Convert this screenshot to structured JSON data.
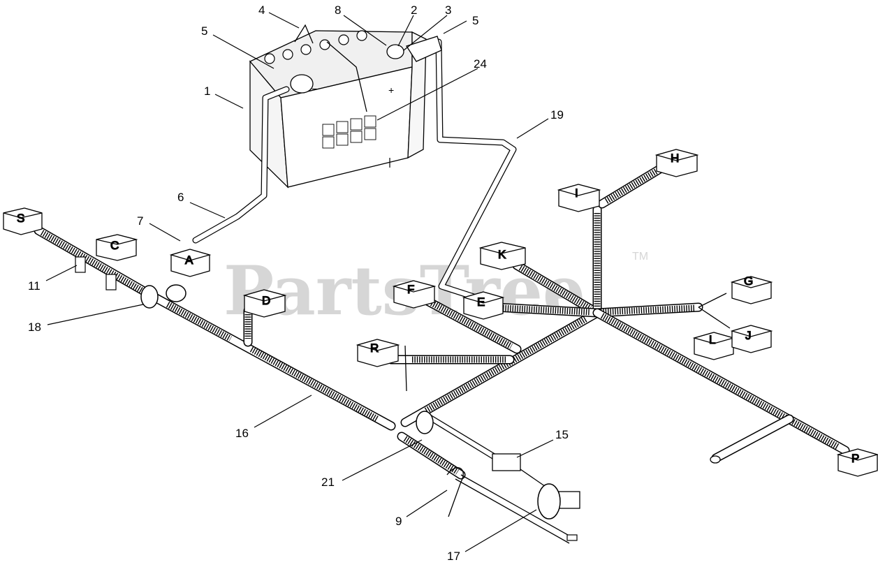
{
  "watermark": {
    "text": "PartsTree",
    "tm": "TM"
  },
  "callouts": {
    "n1": "1",
    "n2": "2",
    "n3": "3",
    "n4": "4",
    "n5a": "5",
    "n5b": "5",
    "n6": "6",
    "n7": "7",
    "n8": "8",
    "n9": "9",
    "n11": "11",
    "n15": "15",
    "n16": "16",
    "n17": "17",
    "n18": "18",
    "n19": "19",
    "n21": "21",
    "n24": "24"
  },
  "connectors": {
    "S": "S",
    "C": "C",
    "A": "A",
    "D": "D",
    "F": "F",
    "E": "E",
    "R": "R",
    "K": "K",
    "I": "I",
    "H": "H",
    "G": "G",
    "L": "L",
    "J": "J",
    "P": "P"
  },
  "battery": {
    "pos_mark": "+",
    "neg_mark": "−"
  },
  "colors": {
    "ink": "#000000",
    "paper": "#ffffff",
    "watermark": "#d6d6d6",
    "battery_shade": "#f0f0f0"
  }
}
